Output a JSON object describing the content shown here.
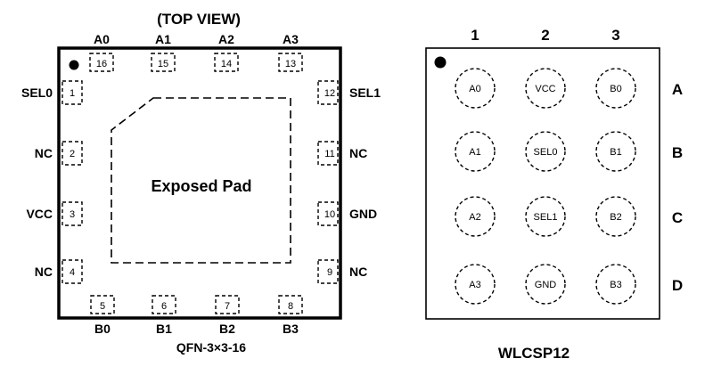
{
  "qfn": {
    "title": "(TOP VIEW)",
    "caption": "QFN-3×3-16",
    "pad_label": "Exposed Pad",
    "top_pins": [
      {
        "num": "16",
        "name": "A0"
      },
      {
        "num": "15",
        "name": "A1"
      },
      {
        "num": "14",
        "name": "A2"
      },
      {
        "num": "13",
        "name": "A3"
      }
    ],
    "left_pins": [
      {
        "num": "1",
        "name": "SEL0"
      },
      {
        "num": "2",
        "name": "NC"
      },
      {
        "num": "3",
        "name": "VCC"
      },
      {
        "num": "4",
        "name": "NC"
      }
    ],
    "right_pins": [
      {
        "num": "12",
        "name": "SEL1"
      },
      {
        "num": "11",
        "name": "NC"
      },
      {
        "num": "10",
        "name": "GND"
      },
      {
        "num": "9",
        "name": "NC"
      }
    ],
    "bottom_pins": [
      {
        "num": "5",
        "name": "B0"
      },
      {
        "num": "6",
        "name": "B1"
      },
      {
        "num": "7",
        "name": "B2"
      },
      {
        "num": "8",
        "name": "B3"
      }
    ]
  },
  "wlcsp": {
    "caption": "WLCSP12",
    "columns": [
      "1",
      "2",
      "3"
    ],
    "rows": [
      "A",
      "B",
      "C",
      "D"
    ],
    "balls": [
      [
        "A0",
        "VCC",
        "B0"
      ],
      [
        "A1",
        "SEL0",
        "B1"
      ],
      [
        "A2",
        "SEL1",
        "B2"
      ],
      [
        "A3",
        "GND",
        "B3"
      ]
    ]
  }
}
